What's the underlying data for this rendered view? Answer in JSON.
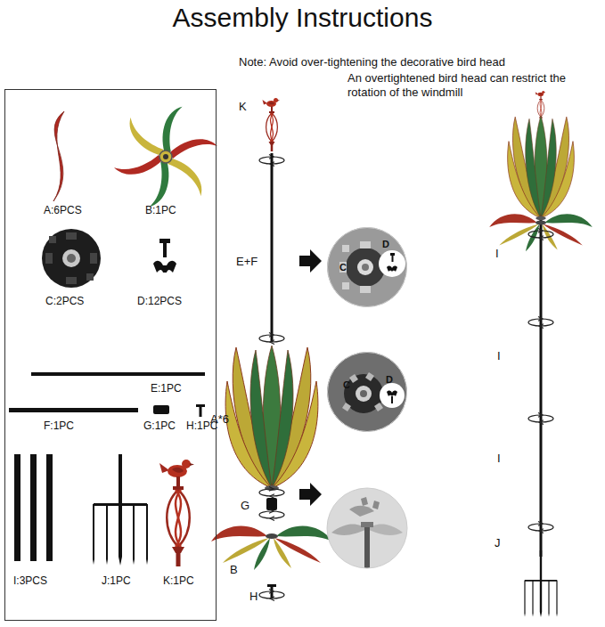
{
  "diagram": {
    "title": "Assembly Instructions",
    "nodes": [
      {
        "text": [
          "A:6PCS",
          "B:1PC",
          "C:2PCS",
          "D:12PCS",
          "E:1PC",
          "F:1PC",
          "G:1PC",
          "H:1PC",
          "I:3PCS",
          "J:1PC",
          "K:1PC"
        ]
      },
      {
        "text": [
          "C",
          "D"
        ]
      },
      {
        "text": [
          "C",
          "D"
        ]
      }
    ],
    "labels": [
      "Note: Avoid over-tightening the decorative bird head",
      "An overtightened bird head can restrict the rotation of the windmill",
      "K",
      "E+F",
      "A*6",
      "G",
      "B",
      "H",
      "I",
      "I",
      "I",
      "J"
    ]
  }
}
